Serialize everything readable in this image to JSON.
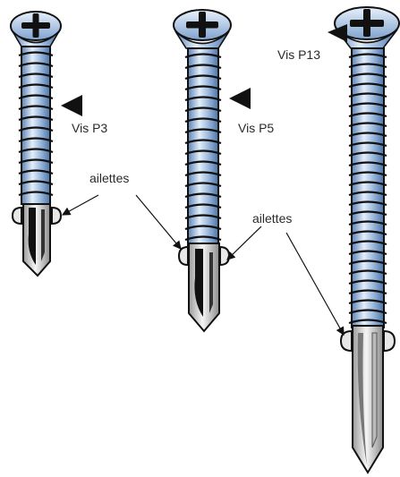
{
  "labels": {
    "screw_p3": "Vis P3",
    "screw_p5": "Vis P5",
    "screw_p13": "Vis P13",
    "wings_left": "ailettes",
    "wings_right": "ailettes"
  },
  "colors": {
    "outline": "#111111",
    "steel_light": "#dce9f6",
    "steel_mid": "#8fb1d8",
    "steel_dark": "#4f78ad",
    "tip_light": "#eeeeee",
    "tip_dark": "#a8a8a8",
    "label_text": "#2a2a2a"
  }
}
